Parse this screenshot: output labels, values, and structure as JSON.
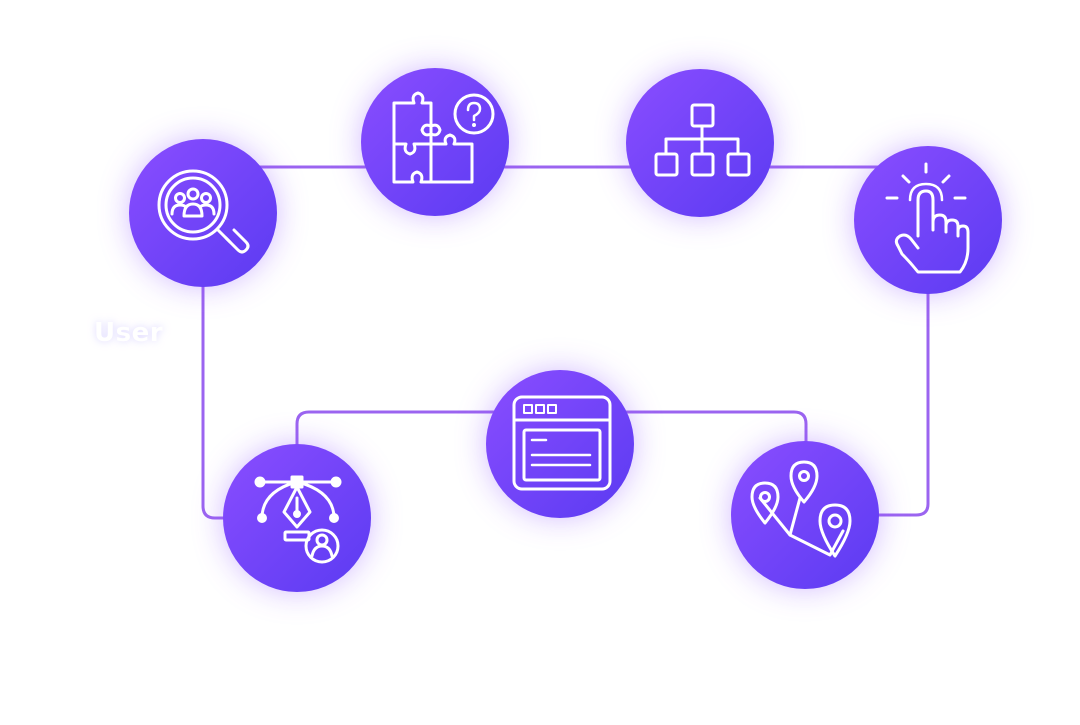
{
  "diagram": {
    "colors": {
      "connector": "#9b64f0",
      "node_fill_start": "#8a4dff",
      "node_fill_end": "#5b3bf2",
      "glow": "#8a4dff",
      "icon": "#ffffff"
    },
    "nodes": [
      {
        "id": "research",
        "icon": "user-research-magnifier-icon"
      },
      {
        "id": "problem",
        "icon": "puzzle-question-icon"
      },
      {
        "id": "structure",
        "icon": "sitemap-hierarchy-icon"
      },
      {
        "id": "interaction",
        "icon": "tap-hand-icon"
      },
      {
        "id": "wireframe",
        "icon": "browser-window-icon"
      },
      {
        "id": "design",
        "icon": "pen-tool-user-icon"
      },
      {
        "id": "journey",
        "icon": "journey-map-pins-icon"
      }
    ],
    "faint_label": "User"
  }
}
